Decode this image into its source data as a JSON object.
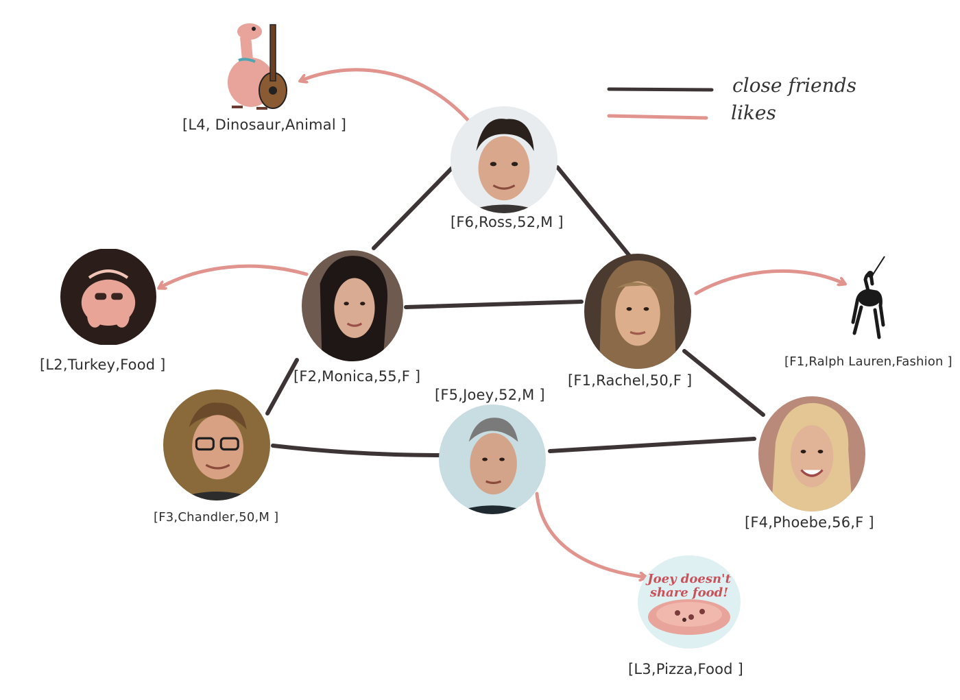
{
  "legend": {
    "friends": {
      "text": "close friends",
      "color": "#3d3436"
    },
    "likes": {
      "text": "likes",
      "color": "#e1938d"
    }
  },
  "people": [
    {
      "id": "f6",
      "label": "[F6,Ross,52,M ]",
      "icon": "ross-portrait"
    },
    {
      "id": "f2",
      "label": "[F2,Monica,55,F ]",
      "icon": "monica-portrait"
    },
    {
      "id": "f1",
      "label": "[F1,Rachel,50,F ]",
      "icon": "rachel-portrait"
    },
    {
      "id": "f3",
      "label": "[F3,Chandler,50,M ]",
      "icon": "chandler-portrait"
    },
    {
      "id": "f5",
      "label": "[F5,Joey,52,M ]",
      "icon": "joey-portrait"
    },
    {
      "id": "f4",
      "label": "[F4,Phoebe,56,F ]",
      "icon": "phoebe-portrait"
    }
  ],
  "likes_targets": [
    {
      "id": "l4",
      "label": "[L4, Dinosaur,Animal ]",
      "icon": "dinosaur-guitar-icon"
    },
    {
      "id": "l2",
      "label": "[L2,Turkey,Food ]",
      "icon": "turkey-icon"
    },
    {
      "id": "fx1",
      "label": "[F1,Ralph Lauren,Fashion ]",
      "icon": "polo-logo-icon"
    },
    {
      "id": "l3",
      "label": "[L3,Pizza,Food ]",
      "icon": "pizza-sticker-icon"
    }
  ],
  "pizza_sticker": {
    "line1": "Joey doesn't",
    "line2": "share food!"
  },
  "edges": {
    "friends": [
      [
        "f6",
        "f2"
      ],
      [
        "f6",
        "f1"
      ],
      [
        "f2",
        "f1"
      ],
      [
        "f2",
        "f3"
      ],
      [
        "f3",
        "f5"
      ],
      [
        "f5",
        "f4"
      ],
      [
        "f1",
        "f4"
      ]
    ],
    "likes": [
      [
        "f6",
        "l4"
      ],
      [
        "f2",
        "l2"
      ],
      [
        "f1",
        "fx1"
      ],
      [
        "f5",
        "l3"
      ]
    ]
  }
}
